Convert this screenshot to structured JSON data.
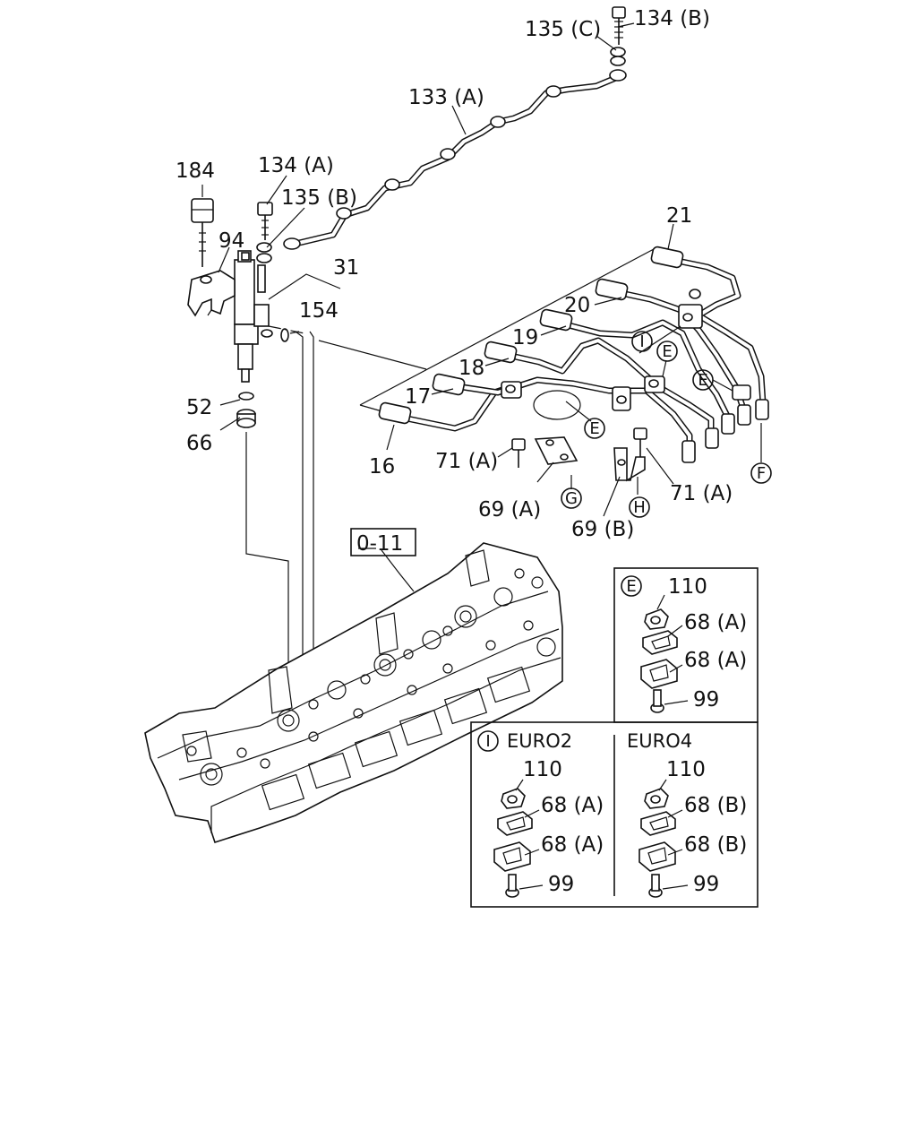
{
  "labels": {
    "p134b": "134 (B)",
    "p135c": "135 (C)",
    "p133a": "133 (A)",
    "p184": "184",
    "p134a": "134 (A)",
    "p135b": "135 (B)",
    "p94": "94",
    "p31": "31",
    "p154": "154",
    "p52": "52",
    "p66": "66",
    "p21": "21",
    "p20": "20",
    "p19": "19",
    "p18": "18",
    "p17": "17",
    "p16": "16",
    "p71a_left": "71 (A)",
    "p69a": "69 (A)",
    "p69b": "69 (B)",
    "p71a_right": "71 (A)",
    "ref_0_11": "0-11",
    "circle_e_1": "E",
    "circle_e_2": "E",
    "circle_e_3": "E",
    "circle_i": "I",
    "circle_f": "F",
    "circle_g": "G",
    "circle_h": "H"
  },
  "detail_e": {
    "circle": "E",
    "p110": "110",
    "p68a_top": "68 (A)",
    "p68a_bottom": "68 (A)",
    "p99": "99"
  },
  "detail_i": {
    "circle": "I",
    "eur02": {
      "header": "EURO2",
      "p110": "110",
      "p68_top": "68 (A)",
      "p68_bottom": "68 (A)",
      "p99": "99"
    },
    "eur04": {
      "header": "EURO4",
      "p110": "110",
      "p68_top": "68 (B)",
      "p68_bottom": "68 (B)",
      "p99": "99"
    }
  }
}
